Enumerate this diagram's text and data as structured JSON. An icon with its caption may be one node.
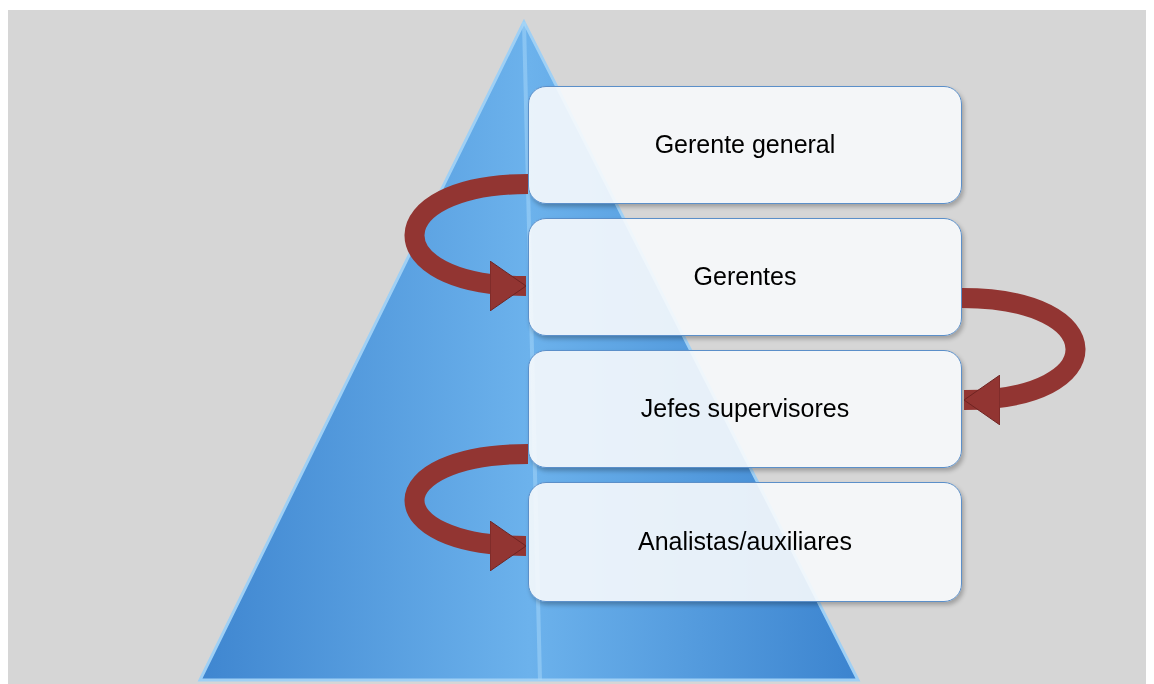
{
  "diagram": {
    "nodes": [
      {
        "text": [
          "Gerente general"
        ]
      },
      {
        "text": [
          "Gerentes"
        ]
      },
      {
        "text": [
          "Jefes supervisores"
        ]
      },
      {
        "text": [
          "Analistas/auxiliares"
        ]
      }
    ],
    "edges": [
      {
        "from": 0,
        "to": 1,
        "arrow": "to"
      },
      {
        "from": 1,
        "to": 2,
        "arrow": "to"
      },
      {
        "from": 2,
        "to": 3,
        "arrow": "to"
      }
    ]
  }
}
